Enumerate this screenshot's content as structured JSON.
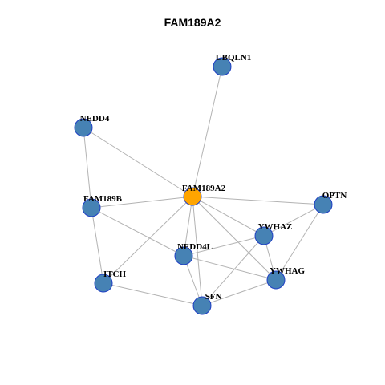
{
  "title": "FAM189A2",
  "colors": {
    "center_node": "#FFA500",
    "node": "#4682B4",
    "node_border": "#1f3fc4",
    "edge": "#b3b3b3"
  },
  "graph": {
    "center": "FAM189A2",
    "nodes": [
      {
        "id": "FAM189A2",
        "label": "FAM189A2",
        "kind": "center"
      },
      {
        "id": "UBQLN1",
        "label": "UBQLN1",
        "kind": "neighbor"
      },
      {
        "id": "NEDD4",
        "label": "NEDD4",
        "kind": "neighbor"
      },
      {
        "id": "FAM189B",
        "label": "FAM189B",
        "kind": "neighbor"
      },
      {
        "id": "OPTN",
        "label": "OPTN",
        "kind": "neighbor"
      },
      {
        "id": "YWHAZ",
        "label": "YWHAZ",
        "kind": "neighbor"
      },
      {
        "id": "NEDD4L",
        "label": "NEDD4L",
        "kind": "neighbor"
      },
      {
        "id": "ITCH",
        "label": "ITCH",
        "kind": "neighbor"
      },
      {
        "id": "YWHAG",
        "label": "YWHAG",
        "kind": "neighbor"
      },
      {
        "id": "SFN",
        "label": "SFN",
        "kind": "neighbor"
      }
    ],
    "edges": [
      [
        "FAM189A2",
        "UBQLN1"
      ],
      [
        "FAM189A2",
        "NEDD4"
      ],
      [
        "FAM189A2",
        "FAM189B"
      ],
      [
        "FAM189A2",
        "OPTN"
      ],
      [
        "FAM189A2",
        "YWHAZ"
      ],
      [
        "FAM189A2",
        "NEDD4L"
      ],
      [
        "FAM189A2",
        "ITCH"
      ],
      [
        "FAM189A2",
        "YWHAG"
      ],
      [
        "FAM189A2",
        "SFN"
      ],
      [
        "NEDD4",
        "FAM189B"
      ],
      [
        "FAM189B",
        "ITCH"
      ],
      [
        "FAM189B",
        "NEDD4L"
      ],
      [
        "OPTN",
        "YWHAZ"
      ],
      [
        "OPTN",
        "YWHAG"
      ],
      [
        "YWHAZ",
        "NEDD4L"
      ],
      [
        "YWHAZ",
        "YWHAG"
      ],
      [
        "YWHAZ",
        "SFN"
      ],
      [
        "NEDD4L",
        "YWHAG"
      ],
      [
        "NEDD4L",
        "SFN"
      ],
      [
        "ITCH",
        "SFN"
      ],
      [
        "YWHAG",
        "SFN"
      ]
    ]
  }
}
